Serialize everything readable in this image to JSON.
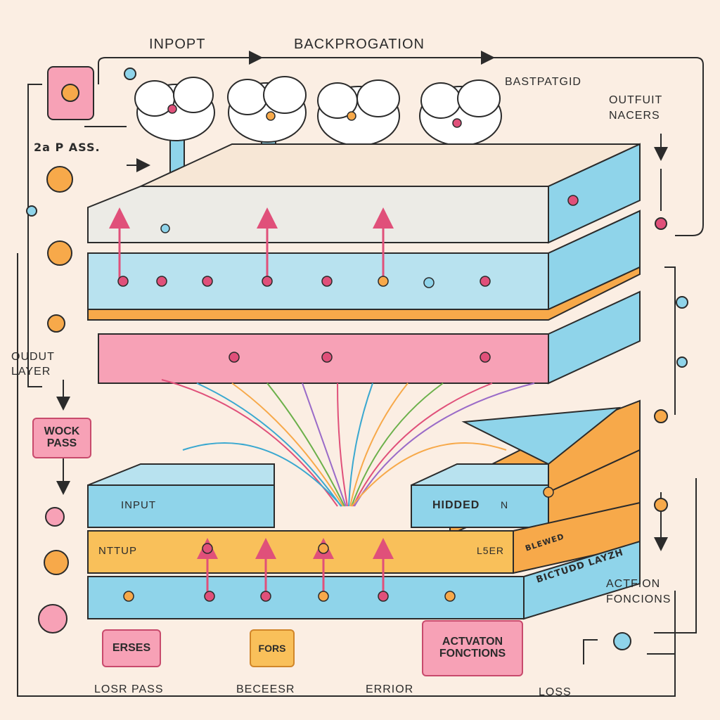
{
  "colors": {
    "background": "#fbeee3",
    "blue": "#8fd4ea",
    "pink": "#f7a1b6",
    "orange": "#f7a94a",
    "grey": "#ecebe6",
    "ink": "#2b2b2b"
  },
  "header": {
    "input_label": "INPOPT",
    "backprop_label": "BACKPROGATION",
    "corner_label": "BASTPATGID"
  },
  "left": {
    "pass_label": "2a P ASS.",
    "output_layer_label": "OUDUT LAYER",
    "wock_pass_tag": "WOCK PASS"
  },
  "right": {
    "output_nacers_label": "OUTFUIT NACERS",
    "action_label": "ACTFION FONCIONS"
  },
  "layers": {
    "input_label": "INPUT",
    "hidded_label": "HIDDED",
    "hidded_suffix": "N",
    "nttup_label": "NTTUP",
    "lser_label": "L5ER",
    "blewed_label": "BLEWED",
    "bictudd_label": "BICTUDD LAYZH"
  },
  "bottom": {
    "erses_tag": "ERSES",
    "fors_tag": "FORS",
    "activation_tag": "ACTVATON FONCTIONS",
    "losr_pass": "LOSR PASS",
    "beceesr": "BECEESR",
    "error": "ERRIOR",
    "loss": "LOSS"
  }
}
